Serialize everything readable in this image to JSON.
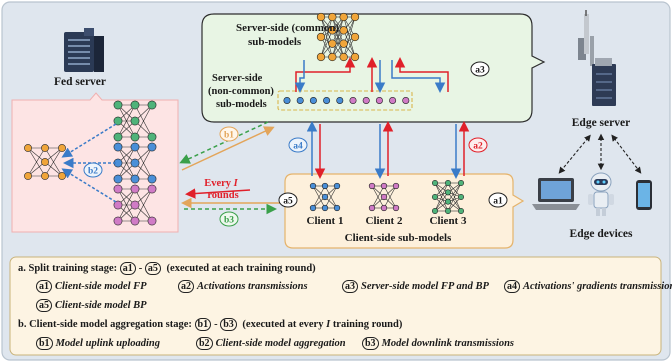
{
  "labels": {
    "fed_server": "Fed server",
    "edge_server": "Edge server",
    "edge_devices": "Edge devices",
    "server_common": "Server-side (common)",
    "server_common_2": "sub-models",
    "server_noncommon_1": "Server-side",
    "server_noncommon_2": "(non-common)",
    "server_noncommon_3": "sub-models",
    "client1": "Client 1",
    "client2": "Client 2",
    "client3": "Client 3",
    "client_side": "Client-side sub-models",
    "every_1": "Every",
    "every_i": "I",
    "every_2": "rounds"
  },
  "markers": {
    "a1": "a1",
    "a2": "a2",
    "a3": "a3",
    "a4": "a4",
    "a5": "a5",
    "b1": "b1",
    "b2": "b2",
    "b3": "b3"
  },
  "legend": {
    "a_title": "a. Split training stage:",
    "a_range_sep": "-",
    "a_note": "(executed at each training round)",
    "a1_text": "Client-side model FP",
    "a2_text": "Activations transmissions",
    "a3_text": "Server-side model FP and BP",
    "a4_text": "Activations' gradients transmissions",
    "a5_text": "Client-side model BP",
    "b_title": "b. Client-side model aggregation stage:",
    "b_range_sep": "-",
    "b_note_1": "(executed at every",
    "b_note_i": "I",
    "b_note_2": "training round)",
    "b1_text": "Model uplink uploading",
    "b2_text": "Client-side model aggregation",
    "b3_text": "Model downlink transmissions"
  },
  "colors": {
    "frame_bg": "#dfe6ee",
    "fed_box": "#fde4e4",
    "server_box": "#e8f5e4",
    "client_box": "#fdf0dc",
    "legend_bg": "#fdf4e3",
    "red_arrow": "#e0202a",
    "blue_arrow": "#3a7bc8",
    "orange_arrow": "#e3a55a",
    "green_arrow": "#3aa04a"
  }
}
